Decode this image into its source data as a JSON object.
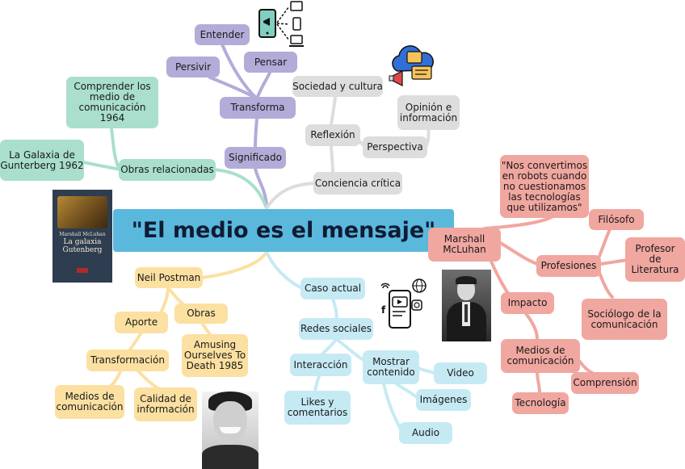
{
  "central": "\"El medio es el mensaje\"",
  "nodes": {
    "significado": "Significado",
    "transforma": "Transforma",
    "entender": "Entender",
    "persivir": "Persivir",
    "pensar": "Pensar",
    "obras_relacionadas": "Obras relacionadas",
    "comprender": "Comprender los\nmedio de\ncomunicación 1964",
    "galaxia": "La Galaxia de\nGunterberg 1962",
    "conciencia": "Conciencia crítica",
    "sociedad": "Sociedad y cultura",
    "reflexion": "Reflexión",
    "perspectiva": "Perspectiva",
    "opinion": "Opinión e\ninformación",
    "marshall": "Marshall\nMcLuhan",
    "cita": "\"Nos convertimos\nen robots cuando\nno cuestionamos\nlas tecnologías\nque utilizamos\"",
    "profesiones": "Profesiones",
    "filosofo": "Filósofo",
    "profesor": "Profesor\nde\nLiteratura",
    "sociologo": "Sociólogo de la\ncomunicación",
    "impacto": "Impacto",
    "medios_red": "Medios de\ncomunicación",
    "comprension": "Comprensión",
    "tecnologia": "Tecnología",
    "neil": "Neil Postman",
    "aporte": "Aporte",
    "obras": "Obras",
    "amusing": "Amusing\nOurselves To\nDeath 1985",
    "transformacion": "Transformación",
    "medios_yellow": "Medios de\ncomunicación",
    "calidad": "Calidad de\ninformación",
    "caso": "Caso actual",
    "redes": "Redes sociales",
    "interaccion": "Interacción",
    "likes": "Likes y\ncomentarios",
    "mostrar": "Mostrar\ncontenido",
    "video": "Video",
    "imagenes": "Imágenes",
    "audio": "Audio"
  },
  "book": {
    "author": "Marshall McLuhan",
    "title": "La galaxia\nGutenberg"
  },
  "colors": {
    "central": "#5ab8dd",
    "purple": "#b3abd8",
    "green": "#a9dfcc",
    "gray": "#dcdddc",
    "yellow": "#fbe0a1",
    "blue": "#c6eaf4",
    "red": "#f0a7a0"
  },
  "icons": [
    "devices-network-icon",
    "social-media-cloud-icon",
    "social-media-phone-icon"
  ]
}
